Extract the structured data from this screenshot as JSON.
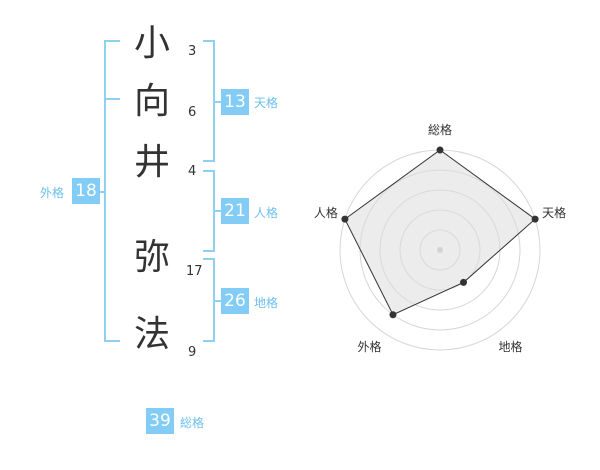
{
  "name_chars": [
    {
      "char": "小",
      "strokes": "3"
    },
    {
      "char": "向",
      "strokes": "6"
    },
    {
      "char": "井",
      "strokes": "4"
    },
    {
      "char": "弥",
      "strokes": "17"
    },
    {
      "char": "法",
      "strokes": "9"
    }
  ],
  "kaku": {
    "tenkaku": {
      "value": "13",
      "label": "天格"
    },
    "jinkaku": {
      "value": "21",
      "label": "人格"
    },
    "chikaku": {
      "value": "26",
      "label": "地格"
    },
    "gaikaku": {
      "value": "18",
      "label": "外格"
    },
    "soukaku": {
      "value": "39",
      "label": "総格"
    }
  },
  "chart_data": {
    "type": "radar",
    "axes": [
      "総格",
      "天格",
      "地格",
      "外格",
      "人格"
    ],
    "values": [
      5,
      5,
      2,
      4,
      5
    ],
    "max": 5
  },
  "colors": {
    "accent": "#82ccf5",
    "label": "#6bbfee",
    "bracket": "#8fcff2"
  }
}
